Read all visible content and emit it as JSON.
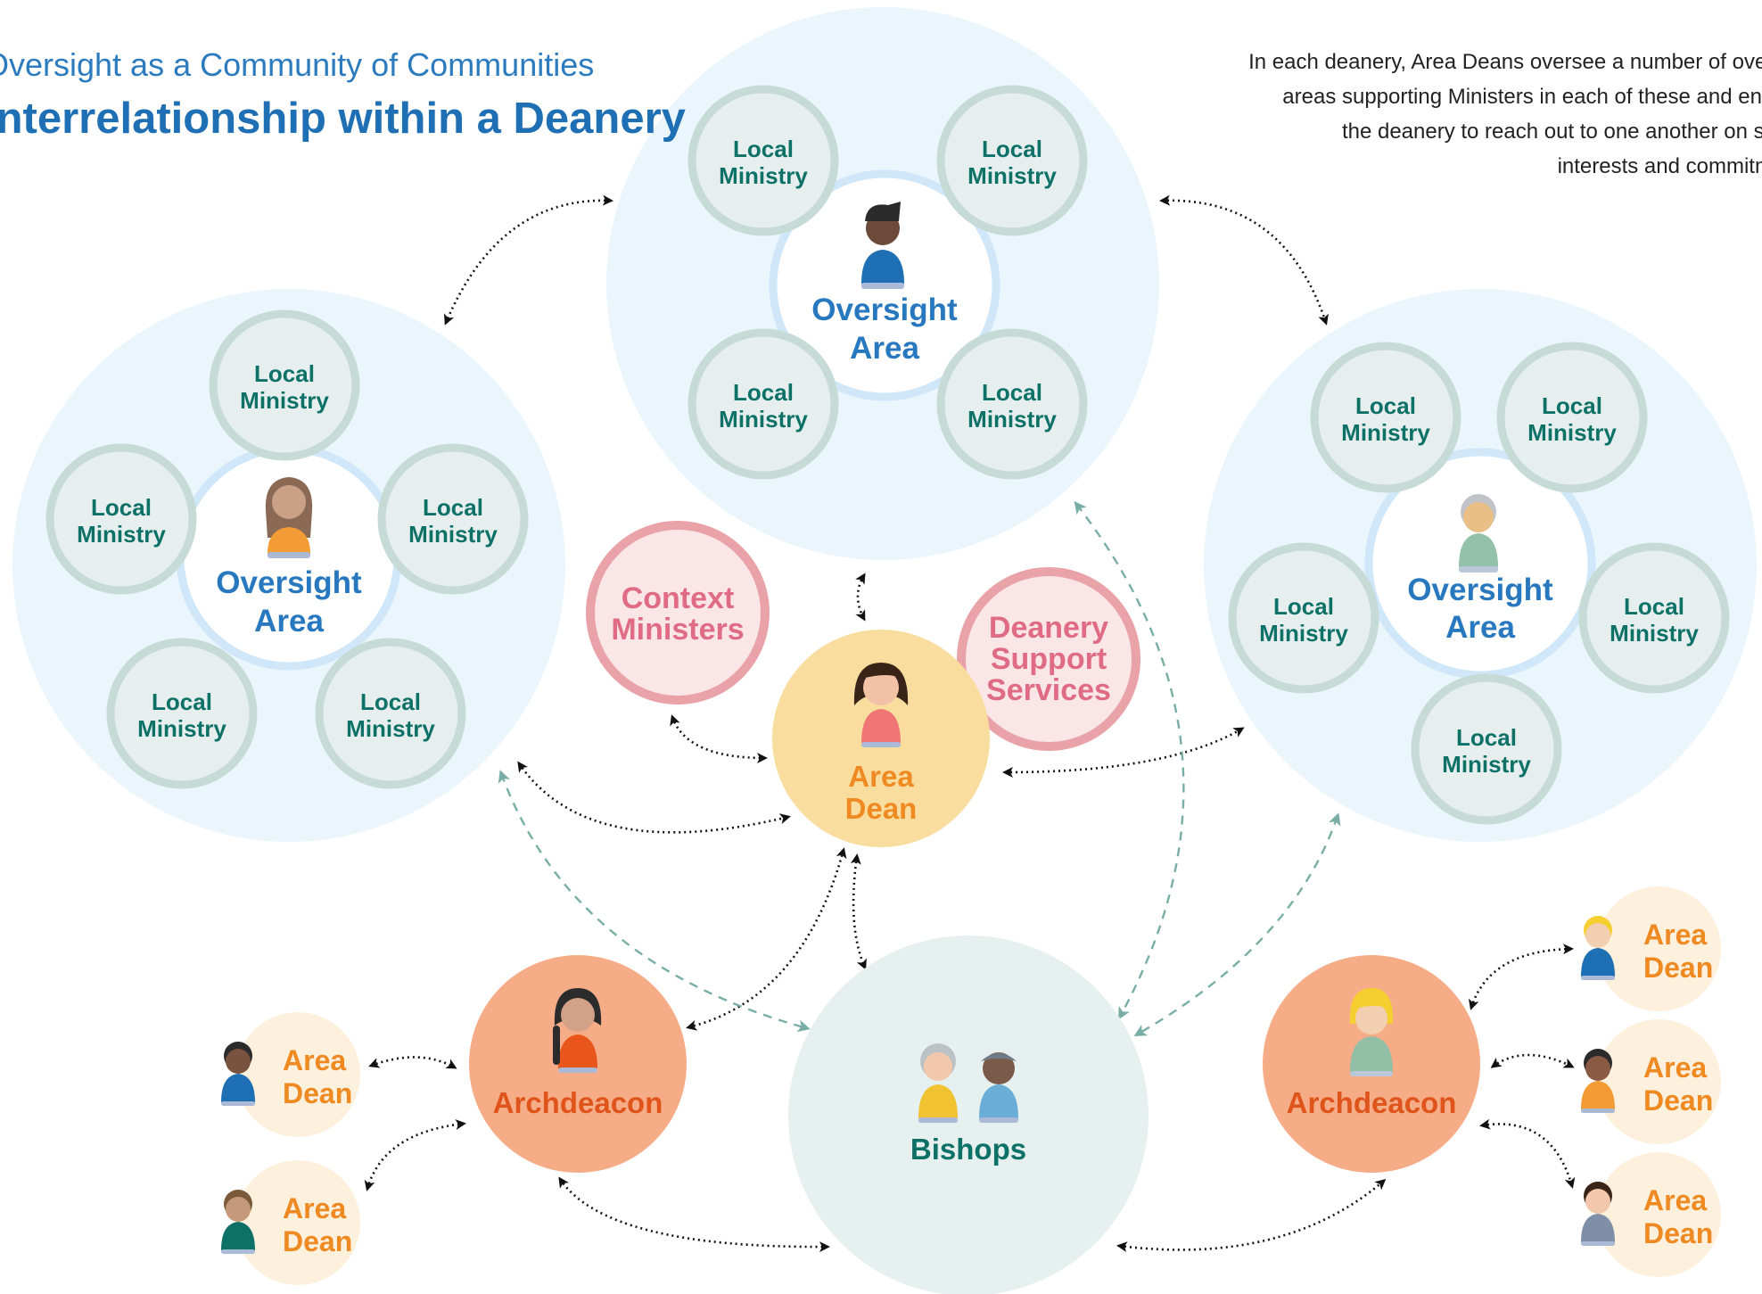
{
  "header": {
    "subtitle": "Oversight as a Community of Communities",
    "title": "Interrelationship within a Deanery"
  },
  "intro": {
    "lines": [
      "In each deanery, Area Deans oversee a number of oversight",
      "areas supporting Ministers in each of these and enabling",
      "the deanery to reach out to one another on shared",
      "interests and commitments."
    ]
  },
  "colors": {
    "oversight_bg": "#eaf5fc",
    "oversight_ring": "#cfe7f8",
    "local_fill": "#e6efee",
    "local_border": "#c6dad6",
    "local_text": "#0e7168",
    "oversight_text": "#2778bf",
    "pink_fill": "#fbe6e7",
    "pink_border": "#e8a2a8",
    "pink_text": "#e06b84",
    "area_dean_main": "#f9dd9f",
    "area_dean_small": "#fdf0dc",
    "area_dean_text": "#ef8a22",
    "archdeacon_fill": "#f6ad87",
    "archdeacon_text": "#de541a",
    "bishops_fill": "#e6f0ee",
    "bishops_text": "#0e7168",
    "arrow_black": "#111111",
    "arrow_teal": "#79aea7"
  },
  "local_ministry": {
    "line1": "Local",
    "line2": "Ministry"
  },
  "oversight_area": {
    "line1": "Oversight",
    "line2": "Area"
  },
  "context_ministers": {
    "line1": "Context",
    "line2": "Ministers"
  },
  "deanery_support": {
    "line1": "Deanery",
    "line2": "Support",
    "line3": "Services"
  },
  "area_dean": {
    "line1": "Area",
    "line2": "Dean"
  },
  "archdeacon": {
    "label": "Archdeacon"
  },
  "bishops": {
    "label": "Bishops"
  },
  "icons": [
    "person-icon-oversight-left",
    "person-icon-oversight-top",
    "person-icon-oversight-right",
    "person-icon-area-dean",
    "person-icon-archdeacon-left",
    "person-icon-archdeacon-right",
    "bishops-icon",
    "small-area-dean-icons"
  ]
}
